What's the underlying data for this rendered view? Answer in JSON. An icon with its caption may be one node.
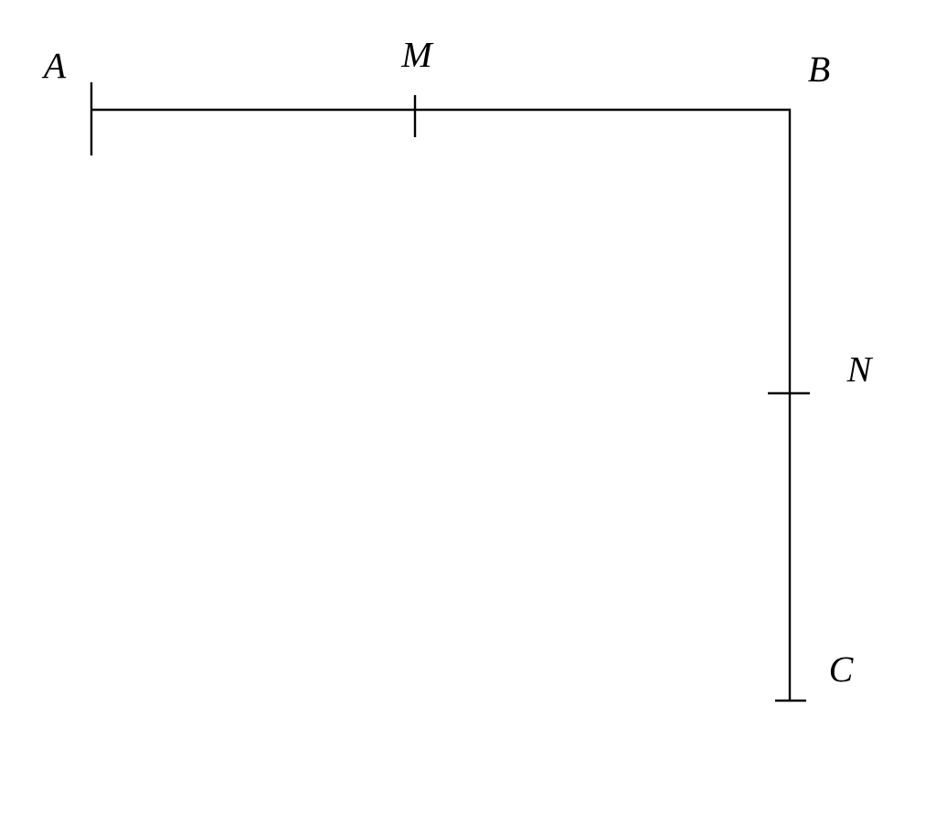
{
  "diagram": {
    "labels": [
      "A",
      "M",
      "B",
      "N",
      "C"
    ]
  }
}
